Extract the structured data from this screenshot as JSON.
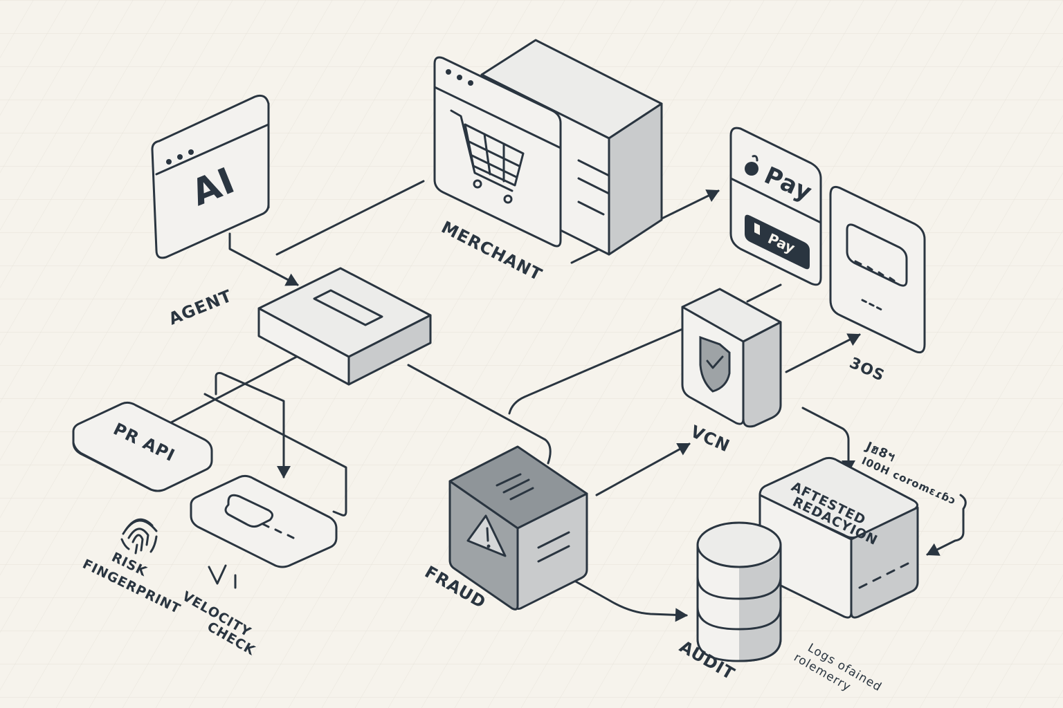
{
  "nodes": {
    "agent": {
      "screen_text": "AI",
      "label": "AGENT"
    },
    "merchant": {
      "label": "MERCHANT"
    },
    "apple_pay": {
      "text": "Pay"
    },
    "google_pay": {
      "text": "Pay"
    },
    "three_ds": {
      "label": "3OS"
    },
    "vcn": {
      "label": "VCN"
    },
    "pr_api": {
      "label": "PR API"
    },
    "risk": {
      "label_line1": "RISK",
      "label_line2": "FINGERPRINT"
    },
    "velocity": {
      "label_line1": "VELOCITY",
      "label_line2": "CHECK"
    },
    "fraud": {
      "label": "FRAUD"
    },
    "redaction": {
      "line1": "AFTESTED",
      "line2": "REDACYION"
    },
    "audit": {
      "label": "AUDIT"
    },
    "note_top": {
      "line1": "Jฮ8ฯ",
      "line2": "I00H ϲoromɛɾɓɔ"
    },
    "logs": {
      "line1": "Logs ofained",
      "line2": "rolemerry"
    }
  }
}
